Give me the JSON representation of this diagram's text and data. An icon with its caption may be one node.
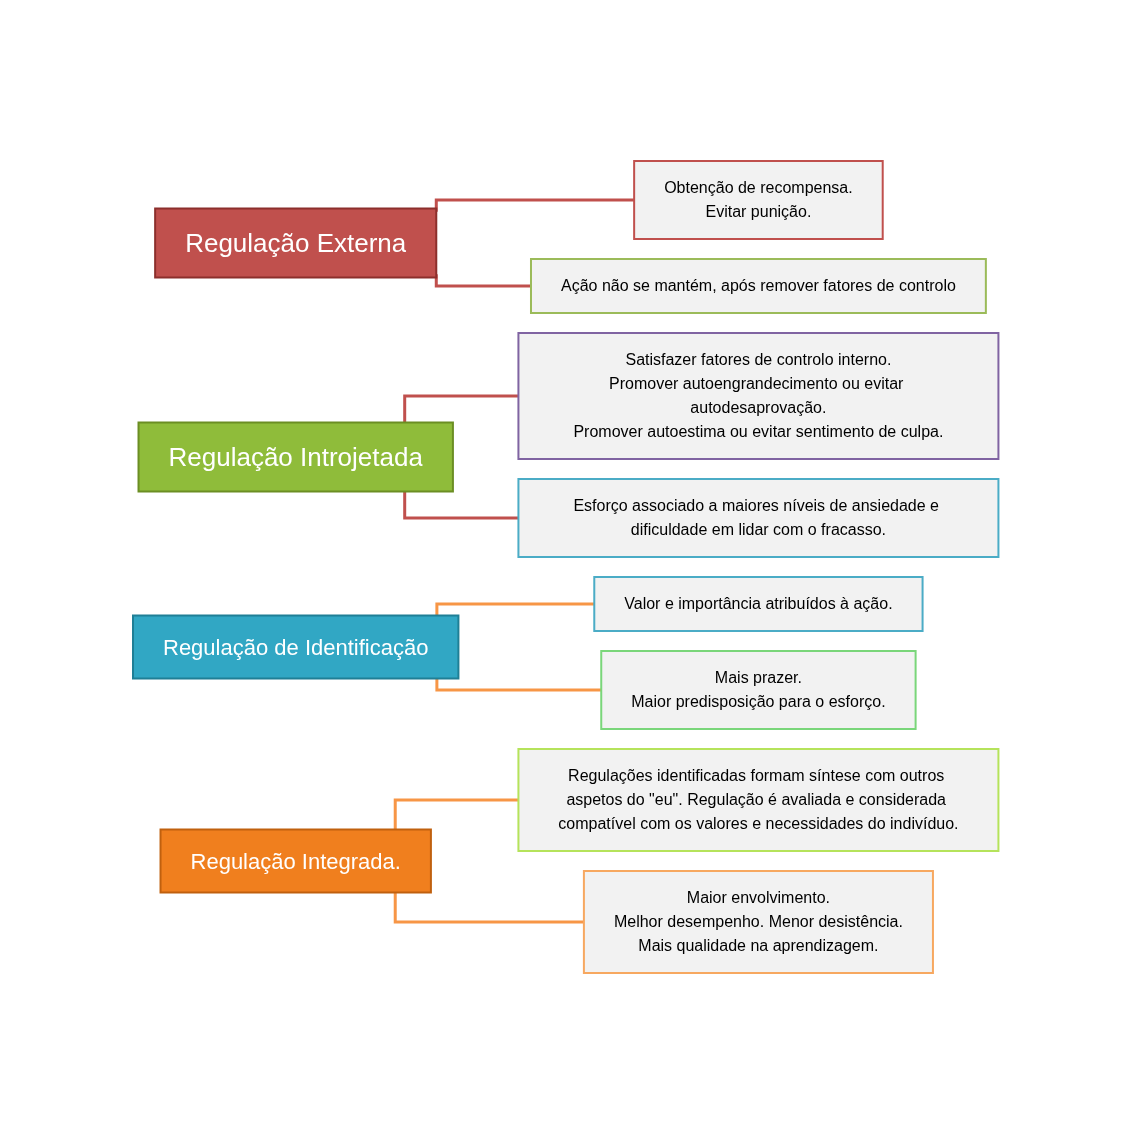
{
  "diagram": {
    "nodes": [
      {
        "text": [
          "Regulação Externa"
        ]
      },
      {
        "text": [
          "Obtenção de recompensa.",
          "Evitar punição."
        ]
      },
      {
        "text": [
          "Ação não se mantém, após remover fatores de controlo"
        ]
      },
      {
        "text": [
          "Regulação Introjetada"
        ]
      },
      {
        "text": [
          "Satisfazer fatores de controlo interno.",
          "Promover autoengrandecimento ou evitar autodesaprovação.",
          "Promover autoestima ou evitar sentimento de culpa."
        ]
      },
      {
        "text": [
          "Esforço associado a maiores níveis de ansiedade e dificuldade em lidar com o fracasso."
        ]
      },
      {
        "text": [
          "Regulação de Identificação"
        ]
      },
      {
        "text": [
          "Valor e importância atribuídos à ação."
        ]
      },
      {
        "text": [
          "Mais prazer.",
          "Maior predisposição para o esforço."
        ]
      },
      {
        "text": [
          "Regulação Integrada."
        ]
      },
      {
        "text": [
          "Regulações identificadas formam síntese com outros aspetos do \"eu\". Regulação é avaliada e considerada compatível com os valores e necessidades do indivíduo."
        ]
      },
      {
        "text": [
          "Maior envolvimento.",
          "Melhor desempenho. Menor desistência.",
          "Mais qualidade na aprendizagem."
        ]
      }
    ],
    "edges": [
      {
        "from": 0,
        "to": 1,
        "arrow": "none",
        "color": "#c0504d"
      },
      {
        "from": 0,
        "to": 2,
        "arrow": "none",
        "color": "#c0504d"
      },
      {
        "from": 3,
        "to": 4,
        "arrow": "none",
        "color": "#c0504d"
      },
      {
        "from": 3,
        "to": 5,
        "arrow": "none",
        "color": "#c0504d"
      },
      {
        "from": 6,
        "to": 7,
        "arrow": "none",
        "color": "#f79646"
      },
      {
        "from": 6,
        "to": 8,
        "arrow": "none",
        "color": "#f79646"
      },
      {
        "from": 9,
        "to": 10,
        "arrow": "none",
        "color": "#f79646"
      },
      {
        "from": 9,
        "to": 11,
        "arrow": "none",
        "color": "#f79646"
      }
    ]
  }
}
